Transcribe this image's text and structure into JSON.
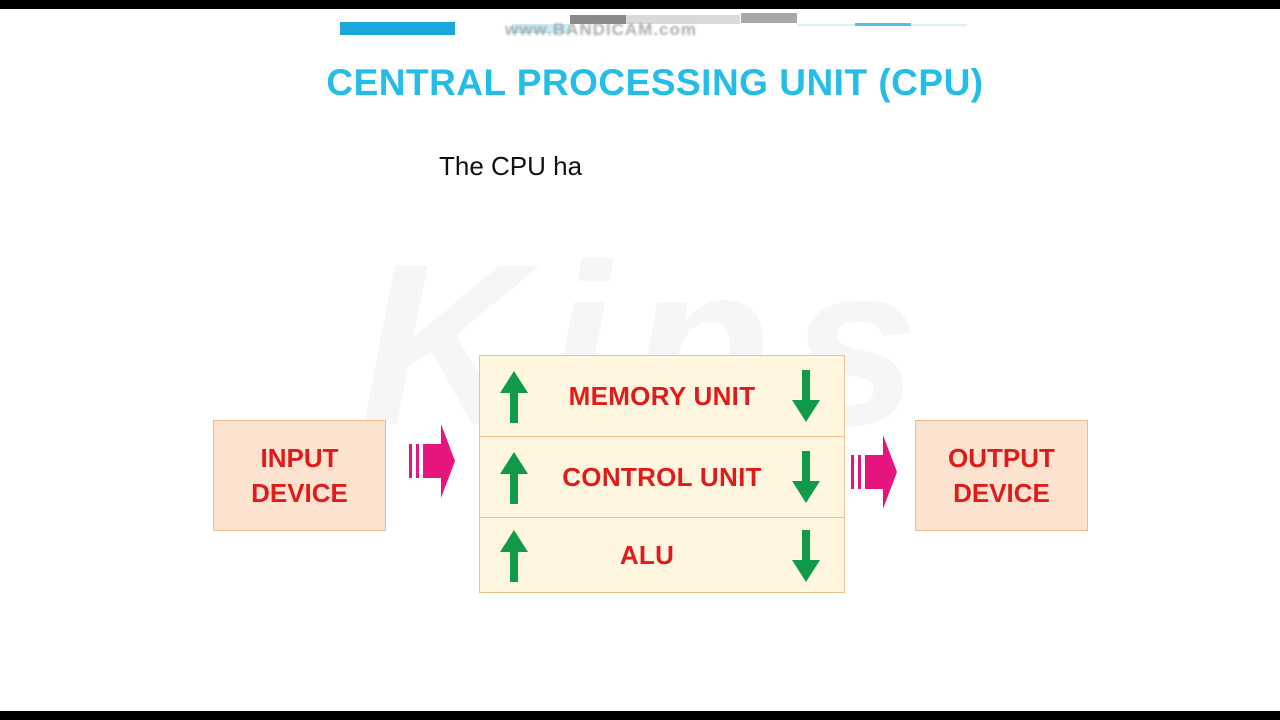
{
  "slide": {
    "title": "CENTRAL PROCESSING UNIT (CPU)",
    "intro_text": "The CPU ha",
    "recorder_watermark": "www.BANDICAM.com",
    "background_logo": "Kips"
  },
  "diagram": {
    "input_device": {
      "line1": "INPUT",
      "line2": "DEVICE"
    },
    "output_device": {
      "line1": "OUTPUT",
      "line2": "DEVICE"
    },
    "cpu_units": [
      {
        "label": "MEMORY UNIT"
      },
      {
        "label": "CONTROL UNIT"
      },
      {
        "label": "ALU"
      }
    ],
    "colors": {
      "title": "#24bde8",
      "box_fill": "#fbe3d0",
      "box_border": "#f1b98e",
      "cpu_fill": "#fff6df",
      "label_text": "#e01b1b",
      "up_down_arrows": "#119a4a",
      "flow_arrows": "#e6157e"
    },
    "icons": [
      "up-arrow-icon",
      "down-arrow-icon",
      "flow-arrow-icon"
    ]
  }
}
